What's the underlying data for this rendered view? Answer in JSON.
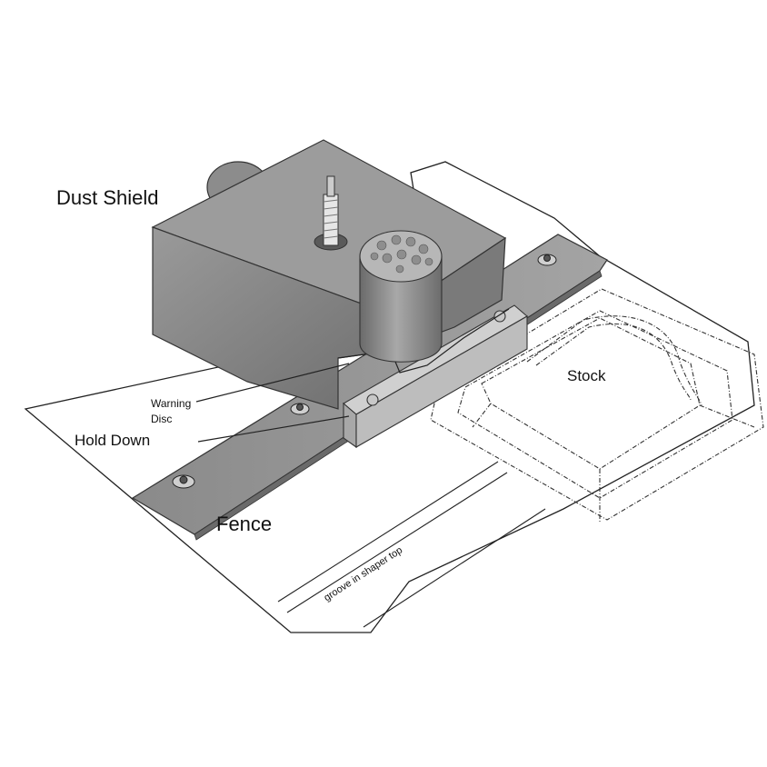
{
  "labels": {
    "dust_shield": "Dust Shield",
    "stock": "Stock",
    "warning_line1": "Warning",
    "warning_line2": "Disc",
    "hold_down": "Hold Down",
    "fence": "Fence",
    "groove": "groove in shaper top"
  },
  "colors": {
    "shield_front": "#8a8a8a",
    "shield_top": "#9c9c9c",
    "shield_side": "#767676",
    "fence": "#8e8e8e",
    "line": "#222222"
  }
}
